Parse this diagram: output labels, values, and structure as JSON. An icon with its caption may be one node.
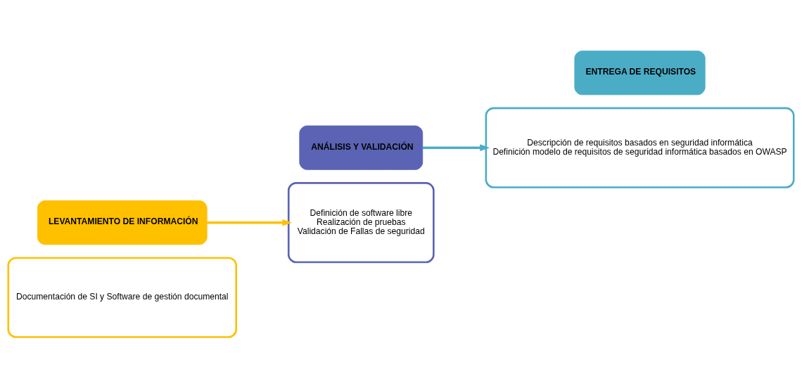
{
  "diagram": {
    "nodes": [
      {
        "text": [
          "Documentación de SI y Software de gestión documental"
        ]
      },
      {
        "text": [
          "LEVANTAMIENTO DE INFORMACIÓN"
        ]
      },
      {
        "text": [
          "ANÁLISIS Y VALIDACIÓN"
        ]
      },
      {
        "text": [
          "Definición de software libre",
          "Realización de pruebas",
          "Validación de Fallas de seguridad"
        ]
      },
      {
        "text": [
          "Descripción de requisitos basados en seguridad informática",
          "Definición modelo de requisitos de seguridad informática basados en OWASP"
        ]
      },
      {
        "text": [
          "ENTREGA DE REQUISITOS"
        ]
      }
    ],
    "edges": [
      {
        "from": 1,
        "to": 3,
        "arrow": "to",
        "color": "#ffc000"
      },
      {
        "from": 2,
        "to": 4,
        "arrow": "to",
        "color": "#4bacc6"
      }
    ]
  }
}
